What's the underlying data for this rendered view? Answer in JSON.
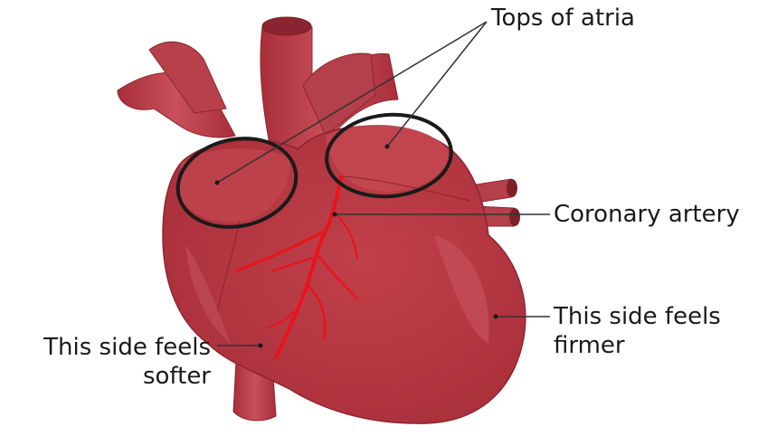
{
  "labels": {
    "tops_of_atria": "Tops of atria",
    "coronary_artery": "Coronary artery",
    "firmer_line1": "This side feels",
    "firmer_line2": "firmer",
    "softer_line1": "This side feels",
    "softer_line2": "softer"
  },
  "colors": {
    "heart_body": "#b8343f",
    "heart_dark": "#9c2a34",
    "heart_light": "#c94a55",
    "artery": "#e8141a",
    "ring": "#1a1a1a",
    "leader_line": "#333333"
  }
}
